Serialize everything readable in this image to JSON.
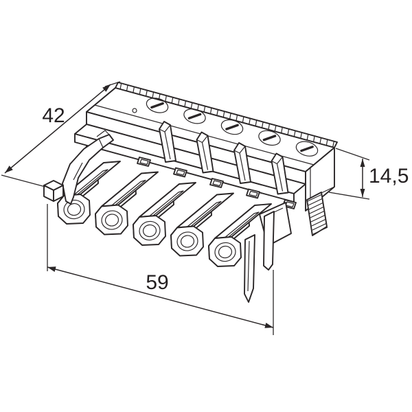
{
  "page": {
    "background_color": "#ffffff",
    "line_color": "#2a2627",
    "text_color": "#231f20"
  },
  "figure": {
    "kind": "isometric-technical-drawing",
    "pole_count": 5,
    "screw_count": 5,
    "divider_tab_count": 4,
    "test_window_count": 5,
    "hatch_line_count": 9,
    "grip_tick_count": 34
  },
  "dimensions": {
    "depth_mm": "42",
    "height_mm": "14,5",
    "length_mm": "59"
  }
}
